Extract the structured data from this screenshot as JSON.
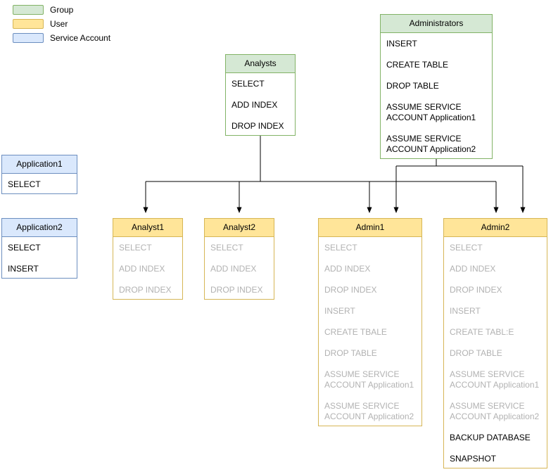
{
  "legend": {
    "items": [
      {
        "label": "Group",
        "fill": "#d5e8d4",
        "border": "#82b366"
      },
      {
        "label": "User",
        "fill": "#ffe599",
        "border": "#d6b656"
      },
      {
        "label": "Service Account",
        "fill": "#dae8fc",
        "border": "#6c8ebf"
      }
    ]
  },
  "nodes": {
    "analysts": {
      "type": "group",
      "title": "Analysts",
      "items": [
        "SELECT",
        "ADD INDEX",
        "DROP INDEX"
      ]
    },
    "administrators": {
      "type": "group",
      "title": "Administrators",
      "items": [
        "INSERT",
        "CREATE TABLE",
        "DROP TABLE",
        "ASSUME SERVICE ACCOUNT Application1",
        "ASSUME SERVICE ACCOUNT Application2"
      ]
    },
    "application1": {
      "type": "service-account",
      "title": "Application1",
      "items": [
        "SELECT"
      ]
    },
    "application2": {
      "type": "service-account",
      "title": "Application2",
      "items": [
        "SELECT",
        "INSERT"
      ]
    },
    "analyst1": {
      "type": "user",
      "title": "Analyst1",
      "items": [
        "SELECT",
        "ADD INDEX",
        "DROP INDEX"
      ]
    },
    "analyst2": {
      "type": "user",
      "title": "Analyst2",
      "items": [
        "SELECT",
        "ADD INDEX",
        "DROP INDEX"
      ]
    },
    "admin1": {
      "type": "user",
      "title": "Admin1",
      "items": [
        "SELECT",
        "ADD INDEX",
        "DROP INDEX",
        "INSERT",
        "CREATE TBALE",
        "DROP TABLE",
        "ASSUME SERVICE ACCOUNT Application1",
        "ASSUME SERVICE ACCOUNT Application2"
      ]
    },
    "admin2": {
      "type": "user",
      "title": "Admin2",
      "items": [
        "SELECT",
        "ADD INDEX",
        "DROP INDEX",
        "INSERT",
        "CREATE TABL:E",
        "DROP TABLE",
        "ASSUME SERVICE ACCOUNT Application1",
        "ASSUME SERVICE ACCOUNT Application2",
        "BACKUP DATABASE",
        "SNAPSHOT"
      ]
    }
  }
}
